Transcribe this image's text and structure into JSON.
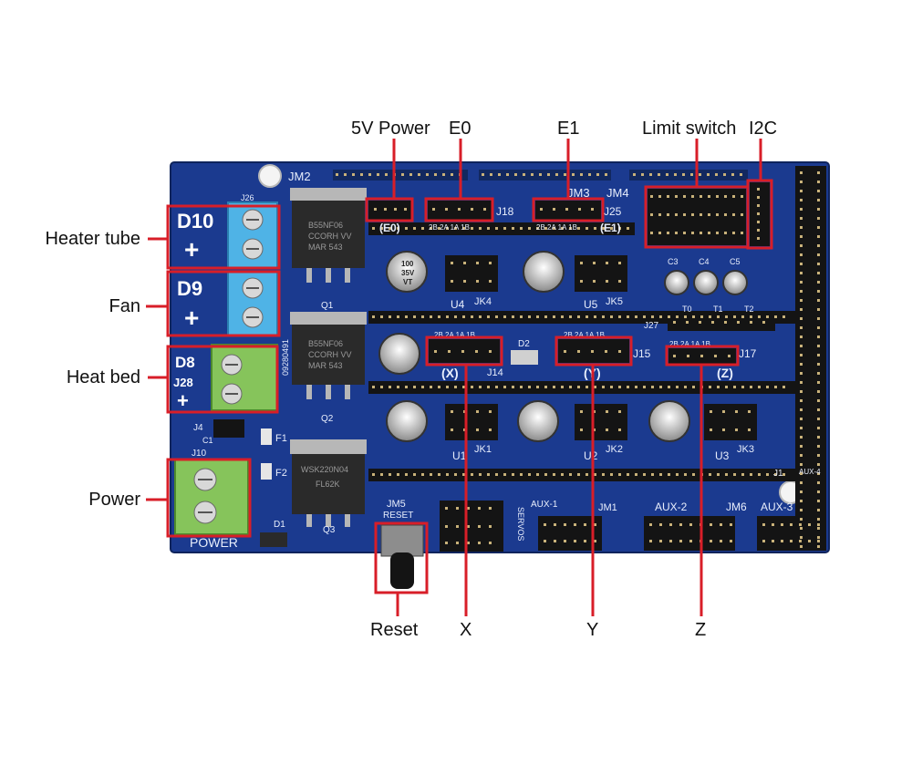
{
  "colors": {
    "background": "#ffffff",
    "pcb": "#1b3a8f",
    "pcb_dark": "#142c6e",
    "silkscreen": "#e8eefc",
    "callout_line": "#d81e28",
    "terminal_blue": "#4fb3e6",
    "terminal_green": "#86c45b",
    "header_black": "#141414",
    "pin_gold": "#c9b27a",
    "mosfet_body": "#2a2a2a",
    "metal_tab": "#b7b7b7",
    "capacitor_top": "#c8c8c8"
  },
  "callouts": {
    "top": [
      {
        "id": "5v-power",
        "label": "5V Power"
      },
      {
        "id": "e0",
        "label": "E0"
      },
      {
        "id": "e1",
        "label": "E1"
      },
      {
        "id": "limit-switch",
        "label": "Limit switch"
      },
      {
        "id": "i2c",
        "label": "I2C"
      }
    ],
    "left": [
      {
        "id": "heater-tube",
        "label": "Heater tube"
      },
      {
        "id": "fan",
        "label": "Fan"
      },
      {
        "id": "heat-bed",
        "label": "Heat bed"
      },
      {
        "id": "power",
        "label": "Power"
      }
    ],
    "bottom": [
      {
        "id": "reset",
        "label": "Reset"
      },
      {
        "id": "x",
        "label": "X"
      },
      {
        "id": "y",
        "label": "Y"
      },
      {
        "id": "z",
        "label": "Z"
      }
    ]
  },
  "board": {
    "terminal_labels": {
      "d10": "D10",
      "plus_1": "+",
      "d9": "D9",
      "plus_2": "+",
      "d8": "D8",
      "j28": "J28",
      "plus_3": "+"
    },
    "silkscreen": {
      "jm2": "JM2",
      "jm3": "JM3",
      "jm4": "JM4",
      "jm5": "JM5",
      "jm6": "JM6",
      "jm1": "JM1",
      "j18": "J18",
      "j25": "J25",
      "j15": "J15",
      "j17": "J17",
      "j14": "J14",
      "j4": "J4",
      "j10": "J10",
      "j1": "J1",
      "j26": "J26",
      "j27": "J27",
      "jk1": "JK1",
      "jk2": "JK2",
      "jk3": "JK3",
      "jk4": "JK4",
      "jk5": "JK5",
      "u1": "U1",
      "u2": "U2",
      "u3": "U3",
      "u4": "U4",
      "u5": "U5",
      "q1": "Q1",
      "q2": "Q2",
      "q3": "Q3",
      "f1": "F1",
      "f2": "F2",
      "d1": "D1",
      "d2": "D2",
      "c1": "C1",
      "c3": "C3",
      "c4": "C4",
      "c5": "C5",
      "t0": "T0",
      "t1": "T1",
      "t2": "T2",
      "reset": "RESET",
      "power": "POWER",
      "servos": "SERVOS",
      "aux1": "AUX-1",
      "aux2": "AUX-2",
      "aux3": "AUX-3",
      "aux4": "AUX-4",
      "x_axis": "(X)",
      "y_axis": "(Y)",
      "z_axis": "(Z)",
      "e0_axis": "(E0)",
      "e1_axis": "(E1)",
      "pins": "2B  2A  1A  1B",
      "mosfet_1_l1": "B55NF06",
      "mosfet_1_l2": "CCORH VV",
      "mosfet_1_l3": "MAR 543",
      "mosfet_2_l1": "B55NF06",
      "mosfet_2_l2": "CCORH VV",
      "mosfet_2_l3": "MAR 543",
      "mosfet_3_l1": "WSK220N04",
      "mosfet_3_l2": "FL62K",
      "cap_l1": "100",
      "cap_l2": "35V",
      "cap_l3": "VT",
      "serial": "09280491"
    }
  }
}
